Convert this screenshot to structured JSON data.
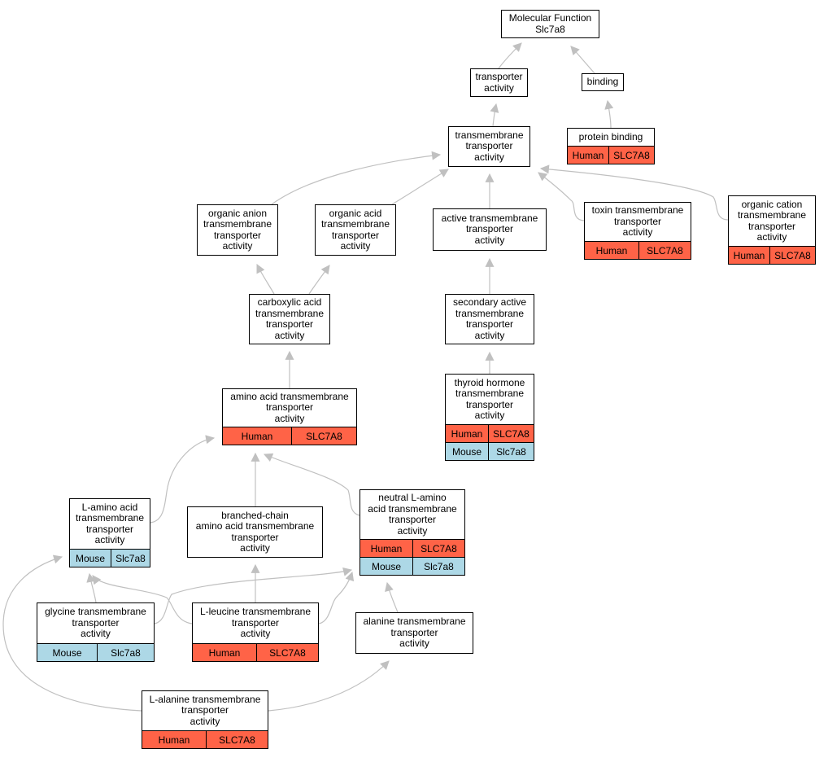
{
  "colors": {
    "human": "#ff6347",
    "mouse": "#add8e6",
    "edge": "#c0c0c0",
    "border": "#000000"
  },
  "nodes": {
    "mf": {
      "label": "Molecular Function\nSlc7a8",
      "annotations": []
    },
    "transporter_activity": {
      "label": "transporter\nactivity",
      "annotations": []
    },
    "binding": {
      "label": "binding",
      "annotations": []
    },
    "protein_binding": {
      "label": "protein binding",
      "annotations": [
        {
          "species": "Human",
          "gene": "SLC7A8",
          "kind": "human"
        }
      ]
    },
    "tm_transporter": {
      "label": "transmembrane\ntransporter\nactivity",
      "annotations": []
    },
    "organic_anion": {
      "label": "organic anion\ntransmembrane\ntransporter\nactivity",
      "annotations": []
    },
    "organic_acid": {
      "label": "organic acid\ntransmembrane\ntransporter\nactivity",
      "annotations": []
    },
    "active_tm": {
      "label": "active transmembrane\ntransporter\nactivity",
      "annotations": []
    },
    "toxin_tm": {
      "label": "toxin transmembrane\ntransporter\nactivity",
      "annotations": [
        {
          "species": "Human",
          "gene": "SLC7A8",
          "kind": "human"
        }
      ]
    },
    "organic_cation": {
      "label": "organic cation\ntransmembrane\ntransporter\nactivity",
      "annotations": [
        {
          "species": "Human",
          "gene": "SLC7A8",
          "kind": "human"
        }
      ]
    },
    "carboxylic_acid": {
      "label": "carboxylic acid\ntransmembrane\ntransporter\nactivity",
      "annotations": []
    },
    "secondary_active": {
      "label": "secondary active\ntransmembrane\ntransporter\nactivity",
      "annotations": []
    },
    "thyroid_hormone": {
      "label": "thyroid hormone\ntransmembrane\ntransporter\nactivity",
      "annotations": [
        {
          "species": "Human",
          "gene": "SLC7A8",
          "kind": "human"
        },
        {
          "species": "Mouse",
          "gene": "Slc7a8",
          "kind": "mouse"
        }
      ]
    },
    "amino_acid": {
      "label": "amino acid transmembrane\ntransporter\nactivity",
      "annotations": [
        {
          "species": "Human",
          "gene": "SLC7A8",
          "kind": "human"
        }
      ]
    },
    "l_amino_acid": {
      "label": "L-amino acid\ntransmembrane\ntransporter\nactivity",
      "annotations": [
        {
          "species": "Mouse",
          "gene": "Slc7a8",
          "kind": "mouse"
        }
      ]
    },
    "branched_chain": {
      "label": "branched-chain\namino acid transmembrane\ntransporter\nactivity",
      "annotations": []
    },
    "neutral_l_amino": {
      "label": "neutral L-amino\nacid transmembrane\ntransporter\nactivity",
      "annotations": [
        {
          "species": "Human",
          "gene": "SLC7A8",
          "kind": "human"
        },
        {
          "species": "Mouse",
          "gene": "Slc7a8",
          "kind": "mouse"
        }
      ]
    },
    "glycine": {
      "label": "glycine transmembrane\ntransporter\nactivity",
      "annotations": [
        {
          "species": "Mouse",
          "gene": "Slc7a8",
          "kind": "mouse"
        }
      ]
    },
    "l_leucine": {
      "label": "L-leucine transmembrane\ntransporter\nactivity",
      "annotations": [
        {
          "species": "Human",
          "gene": "SLC7A8",
          "kind": "human"
        }
      ]
    },
    "alanine": {
      "label": "alanine transmembrane\ntransporter\nactivity",
      "annotations": []
    },
    "l_alanine": {
      "label": "L-alanine transmembrane\ntransporter\nactivity",
      "annotations": [
        {
          "species": "Human",
          "gene": "SLC7A8",
          "kind": "human"
        }
      ]
    }
  },
  "edges": [
    {
      "from": "transporter_activity",
      "to": "mf"
    },
    {
      "from": "binding",
      "to": "mf"
    },
    {
      "from": "protein_binding",
      "to": "binding"
    },
    {
      "from": "tm_transporter",
      "to": "transporter_activity"
    },
    {
      "from": "organic_anion",
      "to": "tm_transporter"
    },
    {
      "from": "organic_acid",
      "to": "tm_transporter"
    },
    {
      "from": "active_tm",
      "to": "tm_transporter"
    },
    {
      "from": "toxin_tm",
      "to": "tm_transporter"
    },
    {
      "from": "organic_cation",
      "to": "tm_transporter"
    },
    {
      "from": "carboxylic_acid",
      "to": "organic_anion"
    },
    {
      "from": "carboxylic_acid",
      "to": "organic_acid"
    },
    {
      "from": "secondary_active",
      "to": "active_tm"
    },
    {
      "from": "thyroid_hormone",
      "to": "secondary_active"
    },
    {
      "from": "amino_acid",
      "to": "carboxylic_acid"
    },
    {
      "from": "l_amino_acid",
      "to": "amino_acid"
    },
    {
      "from": "branched_chain",
      "to": "amino_acid"
    },
    {
      "from": "neutral_l_amino",
      "to": "amino_acid"
    },
    {
      "from": "glycine",
      "to": "l_amino_acid"
    },
    {
      "from": "glycine",
      "to": "neutral_l_amino"
    },
    {
      "from": "l_leucine",
      "to": "l_amino_acid"
    },
    {
      "from": "l_leucine",
      "to": "branched_chain"
    },
    {
      "from": "l_leucine",
      "to": "neutral_l_amino"
    },
    {
      "from": "alanine",
      "to": "neutral_l_amino"
    },
    {
      "from": "l_alanine",
      "to": "l_amino_acid"
    },
    {
      "from": "l_alanine",
      "to": "alanine"
    }
  ]
}
